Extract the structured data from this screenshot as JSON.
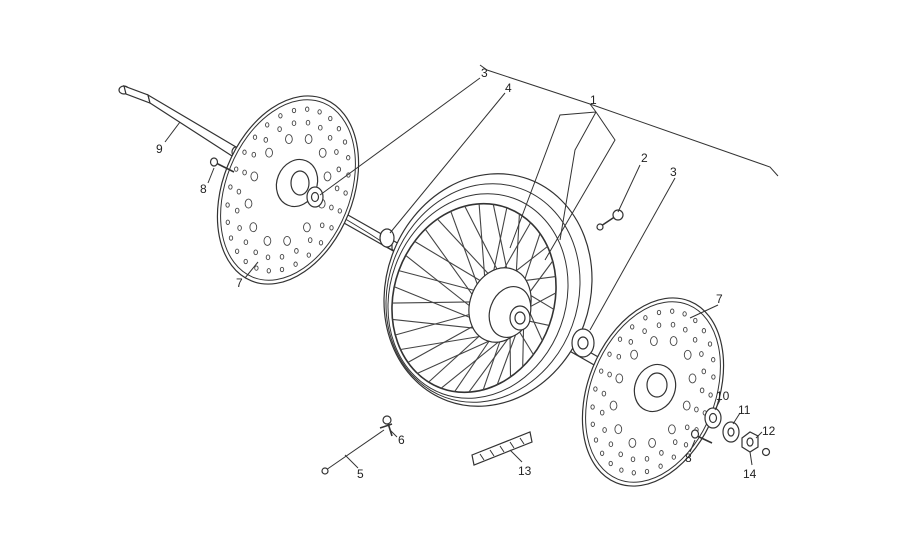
{
  "callouts": {
    "c1": "1",
    "c2": "2",
    "c3a": "3",
    "c3b": "3",
    "c4": "4",
    "c5": "5",
    "c6": "6",
    "c7a": "7",
    "c7b": "7",
    "c8a": "8",
    "c8b": "8",
    "c9": "9",
    "c10": "10",
    "c11": "11",
    "c12": "12",
    "c13": "13",
    "c14": "14"
  }
}
